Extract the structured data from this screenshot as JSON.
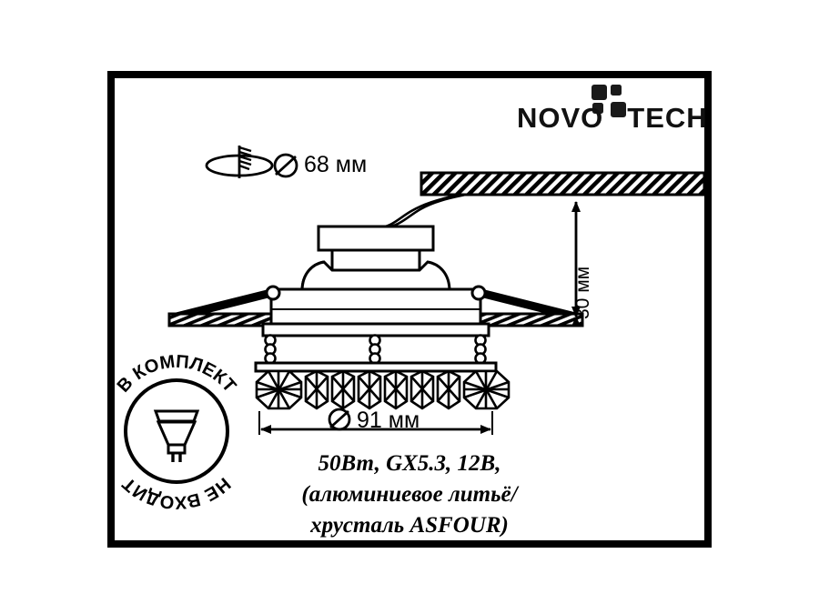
{
  "document": {
    "type": "product-technical-drawing",
    "product_category": "recessed-crystal-downlight"
  },
  "brand": {
    "name": "NOVOTECH",
    "logo_icon": "pinwheel-squares-logo",
    "name_part_1": "NOVO",
    "name_part_2": "TECH"
  },
  "cutout": {
    "icon": "drill-hole-icon",
    "diameter_symbol": "⌀",
    "value": "68 мм",
    "label": "⌀ 68 мм"
  },
  "depth": {
    "value": "30 мм",
    "label": "30 мм",
    "orientation": "vertical"
  },
  "outer_diameter": {
    "diameter_symbol": "⌀",
    "value": "91 мм",
    "label": "⌀ 91 мм"
  },
  "badge": {
    "icon": "mr16-lamp-icon",
    "text": "НЕ ВХОДИТ В КОМПЛЕКТ",
    "text_upper": "В КОМПЛЕКТ",
    "text_lower": "НЕ ВХОДИТ"
  },
  "spec": {
    "line1": "50Вт, GX5.3, 12В,",
    "line2": "(алюминиевое литьё/",
    "line3": "хрусталь ASFOUR)",
    "power": "50Вт",
    "socket": "GX5.3",
    "voltage": "12В",
    "material": "алюминиевое литьё/хрусталь ASFOUR"
  },
  "colors": {
    "line": "#000000",
    "background": "#ffffff",
    "frame": "#000000"
  }
}
